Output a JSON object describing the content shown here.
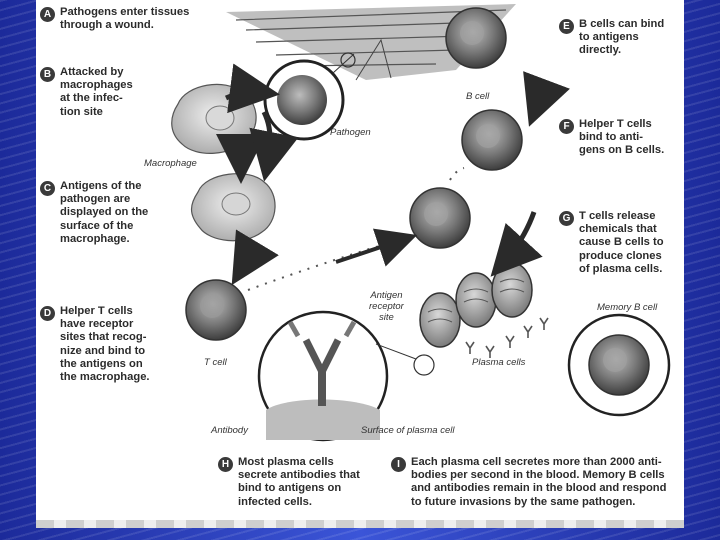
{
  "steps": [
    {
      "id": "a",
      "letter": "A",
      "text": "Pathogens enter tissues\nthrough a wound."
    },
    {
      "id": "b",
      "letter": "B",
      "text": "Attacked by\nmacrophages\nat the infec-\ntion site"
    },
    {
      "id": "c",
      "letter": "C",
      "text": "Antigens of the\npathogen are\ndisplayed on the\nsurface of the\nmacrophage."
    },
    {
      "id": "d",
      "letter": "D",
      "text": "Helper T cells\nhave receptor\nsites that recog-\nnize and bind to\nthe antigens on\nthe macrophage."
    },
    {
      "id": "e",
      "letter": "E",
      "text": "B cells can bind\nto antigens\ndirectly."
    },
    {
      "id": "f",
      "letter": "F",
      "text": "Helper T cells\nbind to anti-\ngens on B cells."
    },
    {
      "id": "g",
      "letter": "G",
      "text": "T cells release\nchemicals that\ncause B cells to\nproduce clones\nof plasma cells."
    },
    {
      "id": "h",
      "letter": "H",
      "text": "Most plasma cells\nsecrete antibodies that\nbind to antigens on\ninfected cells."
    },
    {
      "id": "i",
      "letter": "I",
      "text": "Each plasma cell secretes more than 2000 anti-\nbodies per second in the blood. Memory B cells\nand antibodies remain in the blood and respond\nto future invasions by the same pathogen."
    }
  ],
  "labels": {
    "b_cell": "B cell",
    "pathogen": "Pathogen",
    "macrophage": "Macrophage",
    "t_cell": "T cell",
    "antigen_receptor_site": "Antigen\nreceptor\nsite",
    "plasma_cells": "Plasma cells",
    "memory_b_cell": "Memory B cell",
    "antibody": "Antibody",
    "surface_of_plasma_cell": "Surface of plasma cell"
  }
}
